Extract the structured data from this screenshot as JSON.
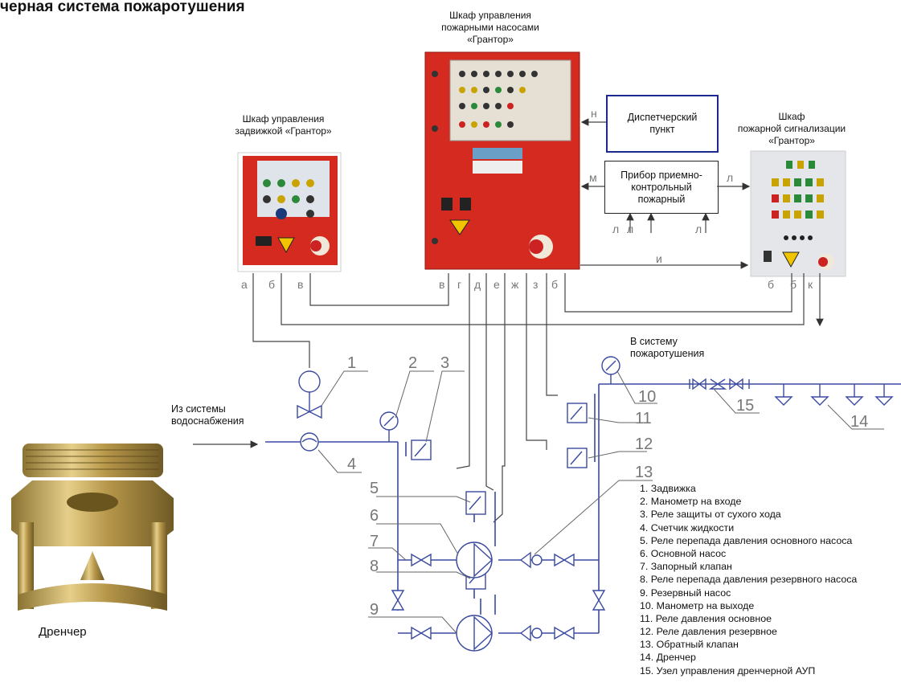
{
  "title": "черная система пожаротушения",
  "cabinets": {
    "pump_cabinet": "Шкаф управления\nпожарными насосами\n«Грантор»",
    "valve_cabinet": "Шкаф управления\nзадвижкой «Грантор»",
    "alarm_cabinet": "Шкаф\nпожарной сигнализации\n«Грантор»"
  },
  "boxes": {
    "dispatch": "Диспетчерский\nпункт",
    "control_device": "Прибор приемно-\nконтрольный\nпожарный"
  },
  "flow_labels": {
    "inlet": "Из системы\nводоснабжения",
    "outlet": "В систему\nпожаротушения"
  },
  "sprinkler_caption": "Дренчер",
  "wire_letters": {
    "a": "а",
    "b": "б",
    "v": "в",
    "g": "г",
    "d": "д",
    "e": "е",
    "zh": "ж",
    "z": "з",
    "i": "и",
    "k": "к",
    "l": "л",
    "m": "м",
    "n": "н"
  },
  "callouts": [
    "1",
    "2",
    "3",
    "4",
    "5",
    "6",
    "7",
    "8",
    "9",
    "10",
    "11",
    "12",
    "13",
    "14",
    "15"
  ],
  "legend": [
    "1. Задвижка",
    "2. Манометр на входе",
    "3. Реле защиты от сухого хода",
    "4. Счетчик жидкости",
    "5. Реле перепада давления основного насоса",
    "6. Основной насос",
    "7. Запорный клапан",
    "8. Реле перепада давления резервного насоса",
    "9. Резервный насос",
    "10. Манометр на выходе",
    "11. Реле давления основное",
    "12. Реле давления резервное",
    "13. Обратный клапан",
    "14. Дренчер",
    "15. Узел управления дренчерной АУП"
  ],
  "colors": {
    "cabinet_red": "#d42a1f",
    "pipe_blue": "#3a4aa0",
    "dispatch_border": "#1a2a8c"
  }
}
